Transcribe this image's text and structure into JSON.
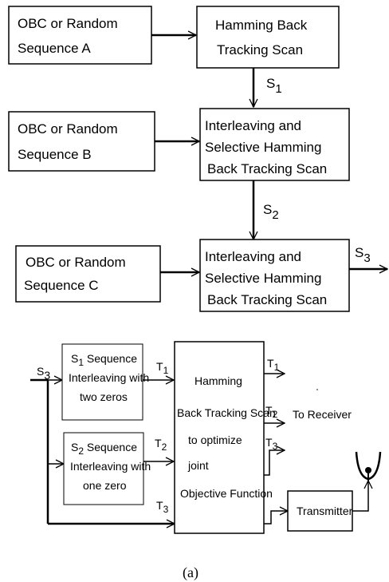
{
  "top": {
    "source_a": [
      "OBC or  Random",
      "Sequence     A"
    ],
    "scan_a": [
      "Hamming Back",
      "Tracking Scan"
    ],
    "s1": {
      "base": "S",
      "sub": "1"
    },
    "source_b": [
      "OBC or  Random",
      "Sequence    B"
    ],
    "scan_b": [
      "Interleaving and",
      "Selective Hamming",
      "Back Tracking  Scan"
    ],
    "s2": {
      "base": "S",
      "sub": "2"
    },
    "source_c": [
      "OBC or  Random",
      "Sequence   C"
    ],
    "scan_c": [
      "Interleaving and",
      "Selective Hamming",
      "Back Tracking  Scan"
    ],
    "s3": {
      "base": "S",
      "sub": "3"
    }
  },
  "bottom": {
    "s3_in": {
      "base": "S",
      "sub": "3"
    },
    "box1": {
      "l1_base": "S",
      "l1_sub": "1",
      "l1_rest": " Sequence",
      "l2": "Interleaving with",
      "l3": "two zeros"
    },
    "box2": {
      "l1_base": "S",
      "l1_sub": "2",
      "l1_rest": " Sequence",
      "l2": "Interleaving with",
      "l3": "one zero"
    },
    "t1_in": {
      "base": "T",
      "sub": "1"
    },
    "t2_in": {
      "base": "T",
      "sub": "2"
    },
    "t3_in": {
      "base": "T",
      "sub": "3"
    },
    "center": [
      "Hamming",
      "Back Tracking  Scan",
      "to optimize",
      "joint",
      "Objective Function"
    ],
    "t1_out": {
      "base": "T",
      "sub": "1"
    },
    "t2_out": {
      "base": "T",
      "sub": "2"
    },
    "t3_out": {
      "base": "T",
      "sub": "3"
    },
    "receiver": "To Receiver",
    "transmitter": "Transmitter"
  },
  "caption": "(a)"
}
